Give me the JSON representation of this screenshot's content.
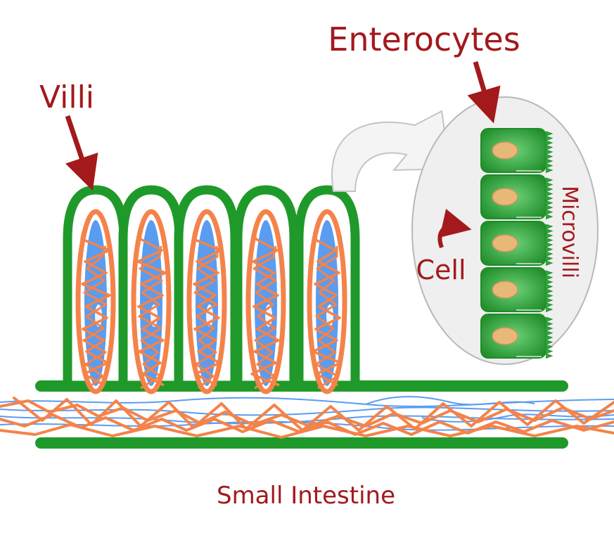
{
  "labels": {
    "villi": "Villi",
    "enterocytes": "Enterocytes",
    "microvilli": "Microvilli",
    "cell": "Cell",
    "small_intestine": "Small Intestine"
  },
  "colors": {
    "label": "#a3191c",
    "villus_wall": "#1f9a2a",
    "capillary": "#f4834a",
    "lacteal": "#5a9cf0",
    "cell_fill": "#2fa83a",
    "nucleus": "#e8b878",
    "inset_bg": "#efefef",
    "inset_border": "#b8b8b8"
  }
}
